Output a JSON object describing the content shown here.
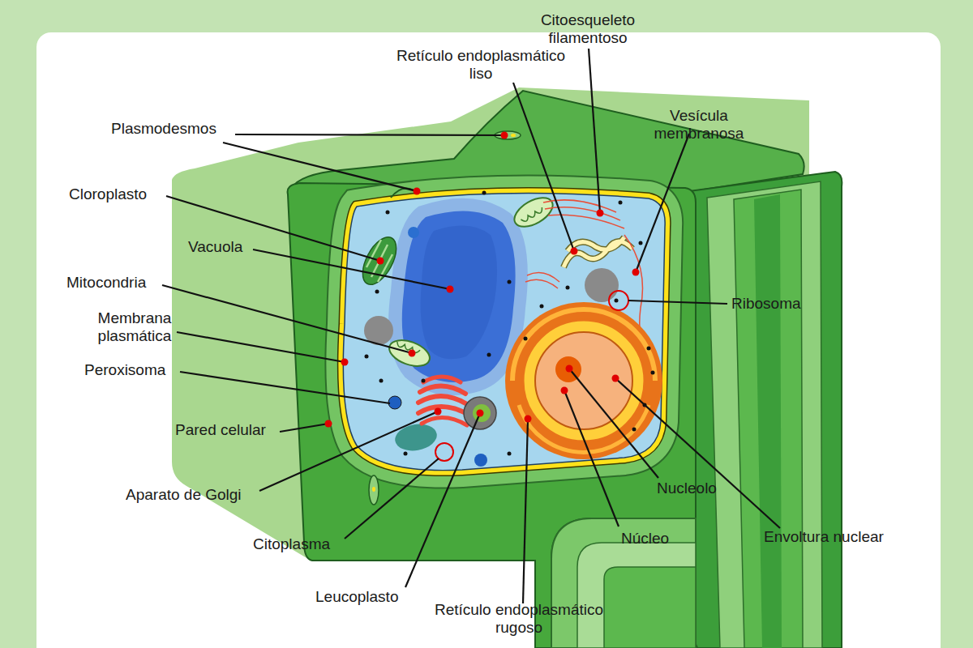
{
  "diagram": {
    "labels": [
      "Citoesqueleto filamentoso",
      "Retículo endoplasmático liso",
      "Vesícula membranosa",
      "Plasmodesmos",
      "Cloroplasto",
      "Vacuola",
      "Mitocondria",
      "Ribosoma",
      "Membrana plasmática",
      "Peroxisoma",
      "Pared celular",
      "Aparato de Golgi",
      "Nucleolo",
      "Núcleo",
      "Envoltura nuclear",
      "Citoplasma",
      "Leucoplasto",
      "Retículo endoplasmático rugoso"
    ]
  }
}
